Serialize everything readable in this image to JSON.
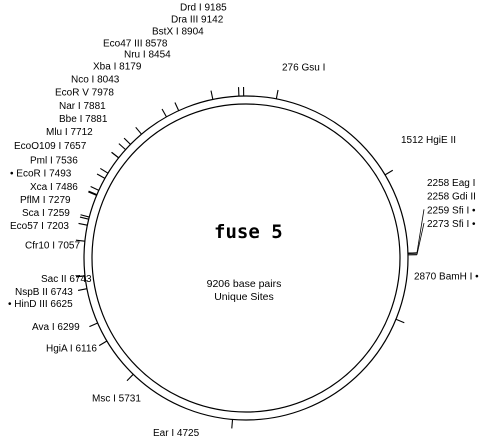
{
  "map": {
    "title": "fuse 5",
    "total_bp_label": "9206 base pairs",
    "unique_label": "Unique Sites",
    "total_bp": 9206
  },
  "sites": [
    {
      "name": "Drd I",
      "pos": 9185,
      "label": "Drd I  9185"
    },
    {
      "name": "Dra III",
      "pos": 9142,
      "label": "Dra III  9142"
    },
    {
      "name": "BstX I",
      "pos": 8904,
      "label": "BstX I  8904"
    },
    {
      "name": "Eco47 III",
      "pos": 8578,
      "label": "Eco47 III  8578"
    },
    {
      "name": "Nru I",
      "pos": 8454,
      "label": "Nru I  8454"
    },
    {
      "name": "Xba I",
      "pos": 8179,
      "label": "Xba I  8179"
    },
    {
      "name": "Nco I",
      "pos": 8043,
      "label": "Nco I  8043"
    },
    {
      "name": "EcoR V",
      "pos": 7978,
      "label": "EcoR V  7978"
    },
    {
      "name": "Nar I",
      "pos": 7881,
      "label": "Nar I  7881"
    },
    {
      "name": "Bbe I",
      "pos": 7881,
      "label": "Bbe I  7881"
    },
    {
      "name": "Mlu I",
      "pos": 7712,
      "label": "Mlu I  7712"
    },
    {
      "name": "EcoO109 I",
      "pos": 7657,
      "label": "EcoO109 I  7657"
    },
    {
      "name": "Pml I",
      "pos": 7536,
      "label": "Pml I  7536"
    },
    {
      "name": "EcoR I",
      "pos": 7493,
      "label": "• EcoR I  7493"
    },
    {
      "name": "Xca I",
      "pos": 7486,
      "label": "Xca I  7486"
    },
    {
      "name": "PflM I",
      "pos": 7279,
      "label": "PflM I  7279"
    },
    {
      "name": "Sca I",
      "pos": 7259,
      "label": "Sca I  7259"
    },
    {
      "name": "Eco57 I",
      "pos": 7203,
      "label": "Eco57 I  7203"
    },
    {
      "name": "Cfr10 I",
      "pos": 7057,
      "label": "Cfr10 I  7057"
    },
    {
      "name": "Sac II",
      "pos": 6743,
      "label": "Sac II  6743"
    },
    {
      "name": "NspB II",
      "pos": 6743,
      "label": "NspB II  6743"
    },
    {
      "name": "HinD III",
      "pos": 6625,
      "label": "• HinD III  6625"
    },
    {
      "name": "Ava I",
      "pos": 6299,
      "label": "Ava I  6299"
    },
    {
      "name": "HgiA I",
      "pos": 6116,
      "label": "HgiA I  6116"
    },
    {
      "name": "Msc I",
      "pos": 5731,
      "label": "Msc I  5731"
    },
    {
      "name": "Ear I",
      "pos": 4725,
      "label": "Ear I  4725"
    },
    {
      "name": "Gsu I",
      "pos": 276,
      "label": "276  Gsu I"
    },
    {
      "name": "HgiE II",
      "pos": 1512,
      "label": "1512  HgiE II"
    },
    {
      "name": "Eag I",
      "pos": 2258,
      "label": "2258  Eag I"
    },
    {
      "name": "Gdi II",
      "pos": 2258,
      "label": "2258  Gdi II"
    },
    {
      "name": "Sfi I",
      "pos": 2259,
      "label": "2259  Sfi I •"
    },
    {
      "name": "Sfi I",
      "pos": 2273,
      "label": "2273  Sfi I •"
    },
    {
      "name": "BamH I",
      "pos": 2870,
      "label": "2870  BamH I •"
    }
  ]
}
